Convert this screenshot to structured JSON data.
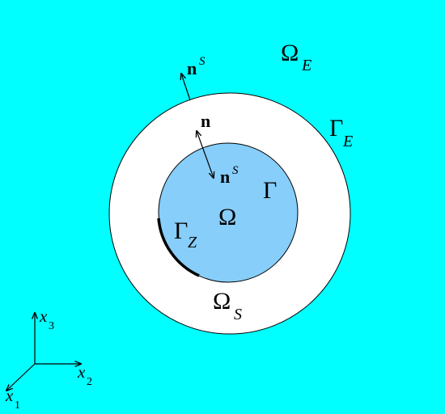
{
  "colors": {
    "exterior": "#00ffff",
    "shell": "#ffffff",
    "interior": "#87cefa",
    "stroke": "#000000"
  },
  "labels": {
    "omega_e": {
      "symbol": "Ω",
      "sub": "E"
    },
    "gamma_e": {
      "symbol": "Γ",
      "sub": "E"
    },
    "n_s_outer": {
      "symbol": "n",
      "sup": "S"
    },
    "n": {
      "symbol": "n"
    },
    "n_s_inner": {
      "symbol": "n",
      "sup": "S"
    },
    "gamma": {
      "symbol": "Γ"
    },
    "omega": {
      "symbol": "Ω"
    },
    "gamma_z": {
      "symbol": "Γ",
      "sub": "Z"
    },
    "omega_s": {
      "symbol": "Ω",
      "sub": "S"
    }
  },
  "axes": {
    "x1": {
      "symbol": "x",
      "sub": "1"
    },
    "x2": {
      "symbol": "x",
      "sub": "2"
    },
    "x3": {
      "symbol": "x",
      "sub": "3"
    }
  }
}
